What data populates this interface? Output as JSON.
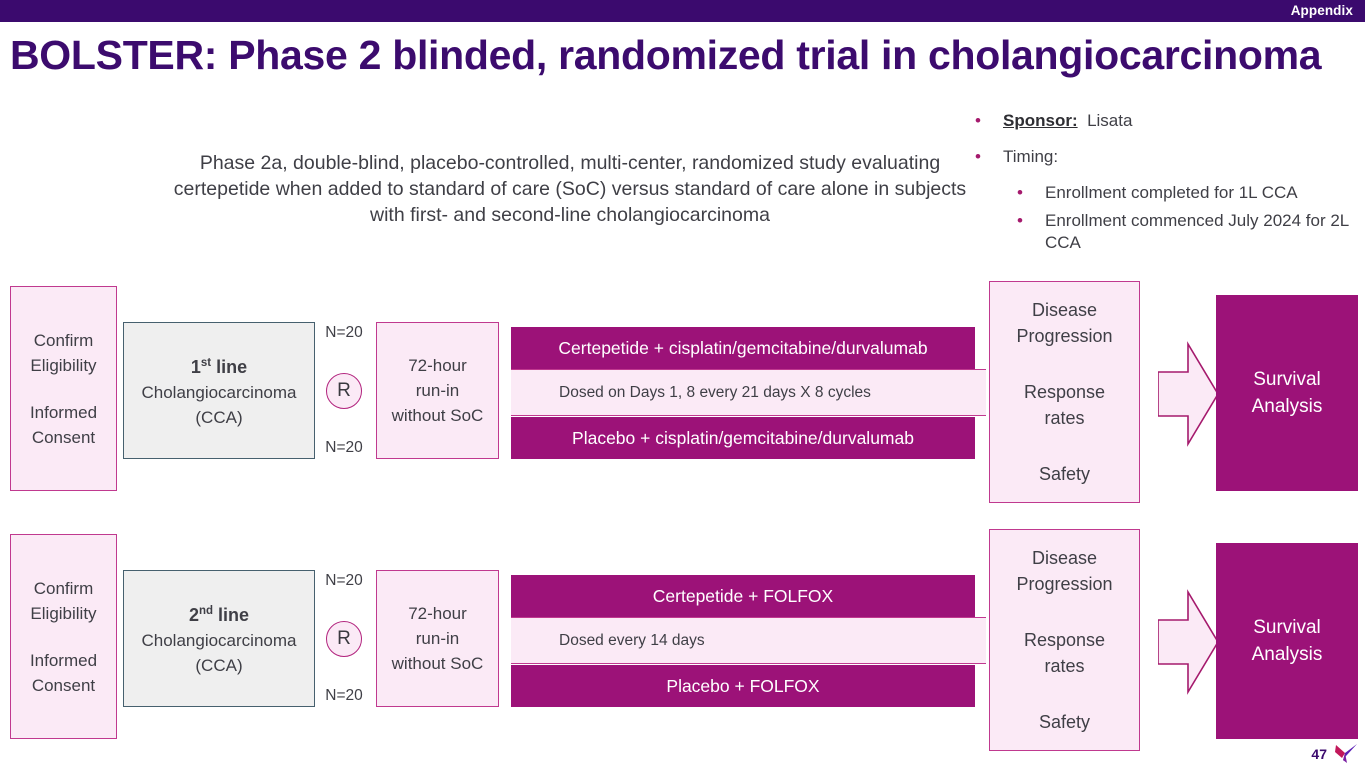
{
  "header": {
    "section_label": "Appendix",
    "title": "BOLSTER: Phase 2 blinded, randomized trial in cholangiocarcinoma",
    "bar_color": "#3B0A6E",
    "title_color": "#3C0B6E"
  },
  "study_description": "Phase 2a, double-blind, placebo-controlled, multi-center, randomized study evaluating certepetide when added to standard of care (SoC) versus standard of care alone in subjects with first- and second-line cholangiocarcinoma",
  "facts": {
    "sponsor_label": "Sponsor:",
    "sponsor_value": "Lisata",
    "timing_label": "Timing:",
    "timing_items": [
      "Enrollment completed for 1L CCA",
      "Enrollment commenced July 2024 for 2L CCA"
    ],
    "bullet_color": "#A51A6D"
  },
  "colors": {
    "magenta": "#9C1278",
    "magenta_border": "#C0398F",
    "pale_pink": "#FBEAF6",
    "gray_fill": "#EFEFEF",
    "slate_border": "#46606E",
    "text": "#3f3f46"
  },
  "arms": [
    {
      "id": "row-1L",
      "consent": {
        "line1": "Confirm",
        "line2": "Eligibility",
        "line3": "Informed",
        "line4": "Consent"
      },
      "population": {
        "line_label": "line",
        "ordinal": "1",
        "ordinal_suffix": "st",
        "line2": "Cholangiocarcinoma",
        "line3": "(CCA)"
      },
      "randomization": {
        "n_top": "N=20",
        "symbol": "R",
        "n_bottom": "N=20"
      },
      "runin": {
        "line1": "72-hour",
        "line2": "run-in",
        "line3": "without SoC"
      },
      "treatment_active": "Certepetide + cisplatin/gemcitabine/durvalumab",
      "dosing": "Dosed on Days 1, 8 every 21 days X 8 cycles",
      "treatment_control": "Placebo + cisplatin/gemcitabine/durvalumab",
      "endpoints": {
        "e1": "Disease",
        "e2": "Progression",
        "e3": "Response",
        "e4": "rates",
        "e5": "Safety"
      },
      "outcome": {
        "line1": "Survival",
        "line2": "Analysis"
      }
    },
    {
      "id": "row-2L",
      "consent": {
        "line1": "Confirm",
        "line2": "Eligibility",
        "line3": "Informed",
        "line4": "Consent"
      },
      "population": {
        "line_label": "line",
        "ordinal": "2",
        "ordinal_suffix": "nd",
        "line2": "Cholangiocarcinoma",
        "line3": "(CCA)"
      },
      "randomization": {
        "n_top": "N=20",
        "symbol": "R",
        "n_bottom": "N=20"
      },
      "runin": {
        "line1": "72-hour",
        "line2": "run-in",
        "line3": "without SoC"
      },
      "treatment_active": "Certepetide + FOLFOX",
      "dosing": "Dosed every 14 days",
      "treatment_control": "Placebo + FOLFOX",
      "endpoints": {
        "e1": "Disease",
        "e2": "Progression",
        "e3": "Response",
        "e4": "rates",
        "e5": "Safety"
      },
      "outcome": {
        "line1": "Survival",
        "line2": "Analysis"
      }
    }
  ],
  "footer": {
    "page_number": "47",
    "logo_name": "lisata-bird-logo"
  }
}
